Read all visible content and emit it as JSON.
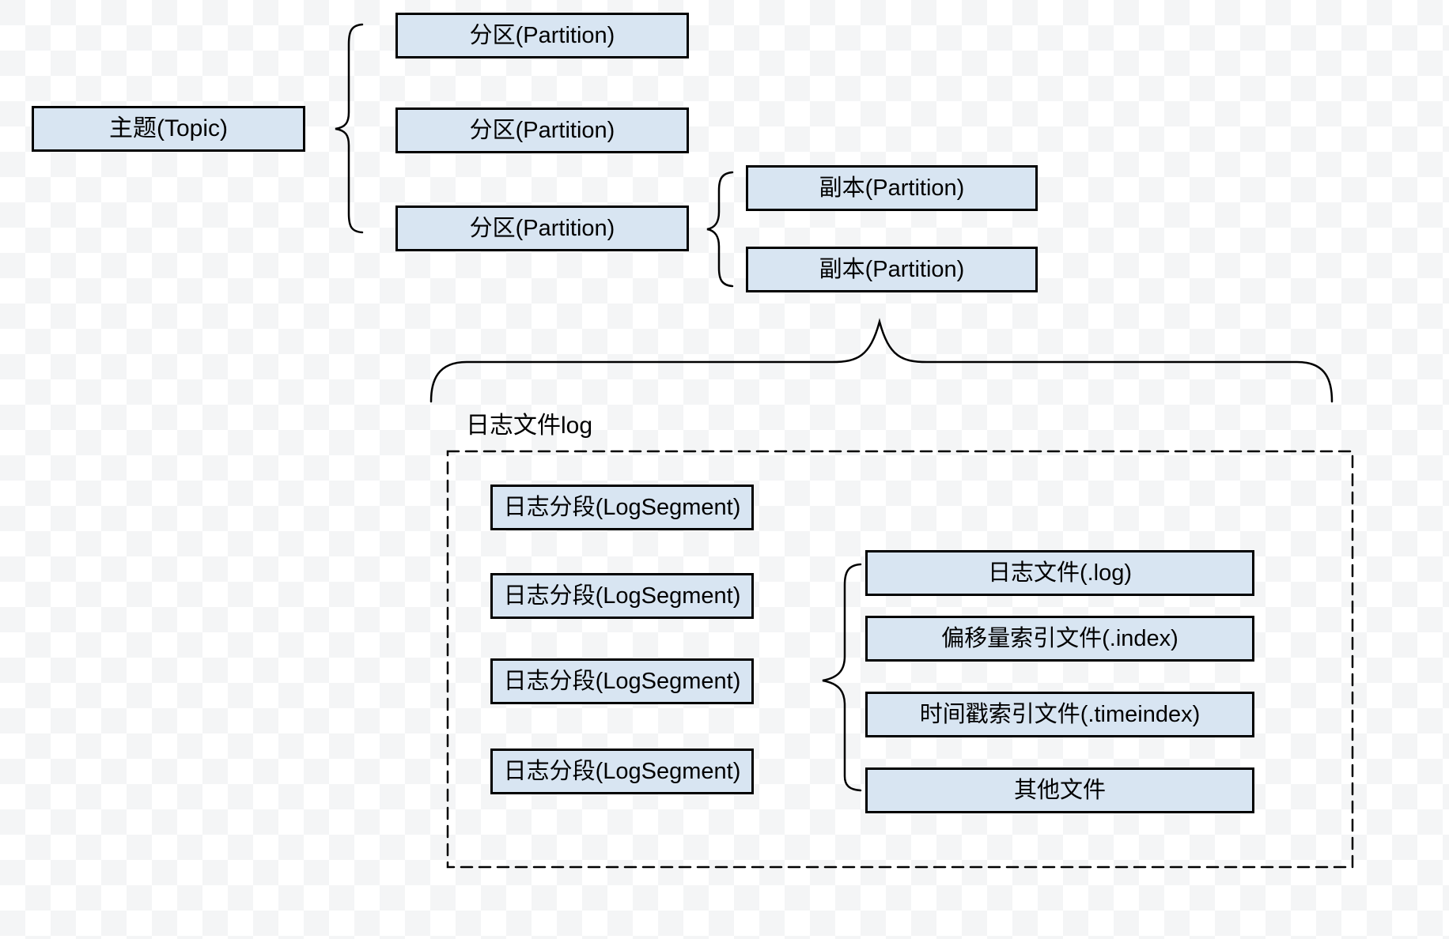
{
  "diagram": {
    "topic": {
      "label": "主题(Topic)"
    },
    "partitions": [
      {
        "label": "分区(Partition)"
      },
      {
        "label": "分区(Partition)"
      },
      {
        "label": "分区(Partition)"
      }
    ],
    "replicas": [
      {
        "label": "副本(Partition)"
      },
      {
        "label": "副本(Partition)"
      }
    ],
    "log": {
      "title": "日志文件log",
      "segments": [
        {
          "label": "日志分段(LogSegment)"
        },
        {
          "label": "日志分段(LogSegment)"
        },
        {
          "label": "日志分段(LogSegment)"
        },
        {
          "label": "日志分段(LogSegment)"
        }
      ],
      "files": [
        {
          "label": "日志文件(.log)"
        },
        {
          "label": "偏移量索引文件(.index)"
        },
        {
          "label": "时间戳索引文件(.timeindex)"
        },
        {
          "label": "其他文件"
        }
      ]
    },
    "colors": {
      "box_fill": "#d8e5f2",
      "box_border": "#000000",
      "line": "#000000",
      "checker": "#f4f5f6"
    }
  }
}
